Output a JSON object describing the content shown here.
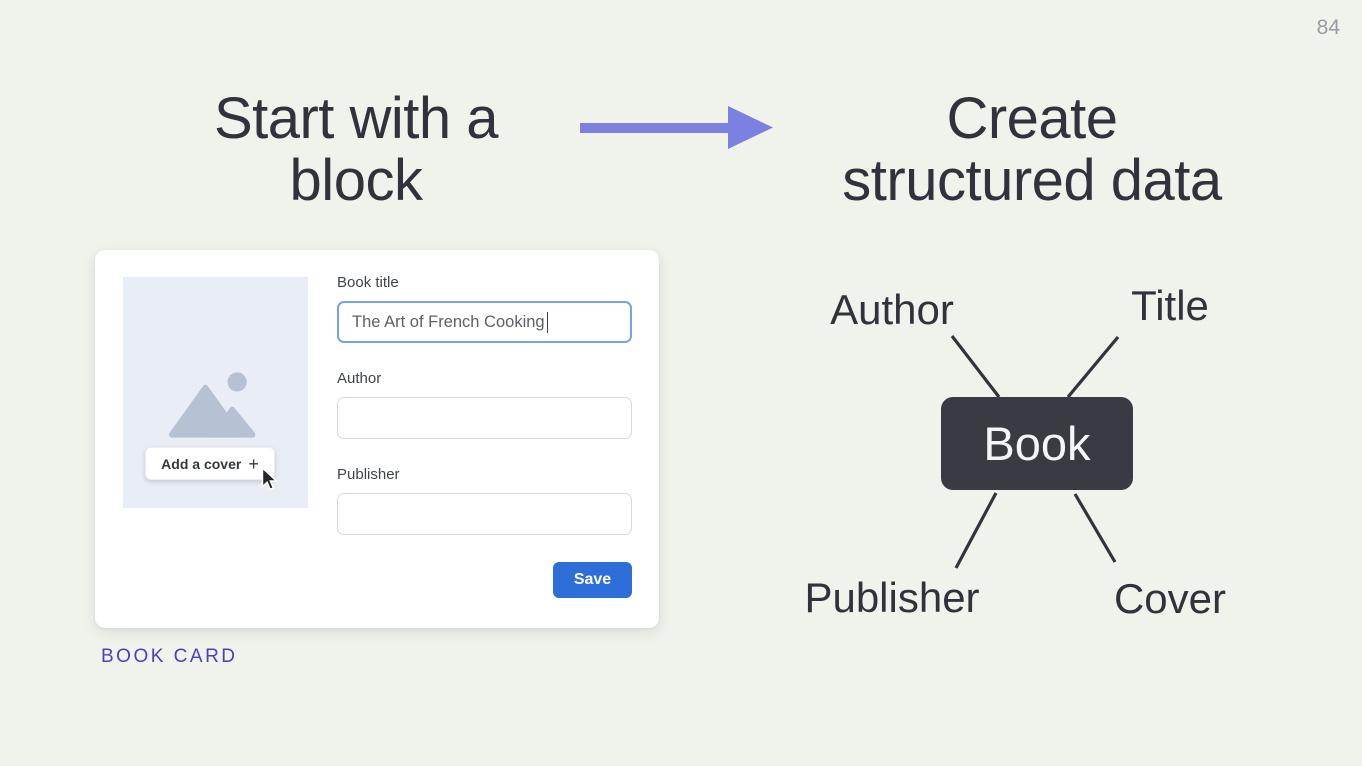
{
  "page": {
    "number": "84"
  },
  "left": {
    "heading_line1": "Start with a",
    "heading_line2": "block",
    "caption": "BOOK CARD"
  },
  "card": {
    "cover": {
      "button_label": "Add a cover",
      "plus_icon": "+"
    },
    "book_title": {
      "label": "Book title",
      "value": "The Art of French Cooking"
    },
    "author": {
      "label": "Author",
      "value": "",
      "placeholder": ""
    },
    "publisher": {
      "label": "Publisher",
      "value": "",
      "placeholder": ""
    },
    "save_label": "Save"
  },
  "right": {
    "heading_line1": "Create",
    "heading_line2": "structured data",
    "diagram": {
      "center_label": "Book",
      "top_left": "Author",
      "top_right": "Title",
      "bottom_left": "Publisher",
      "bottom_right": "Cover"
    }
  },
  "colors": {
    "background": "#f0f2ec",
    "heading_text": "#32323c",
    "arrow": "#7c80e0",
    "accent_purple": "#4b40bc",
    "save_blue": "#2d6ed8",
    "focus_border": "#74a4e4",
    "book_box": "#3a3a43",
    "cover_placeholder": "#e9edf5",
    "mountain_icon": "#b7c1d4"
  }
}
